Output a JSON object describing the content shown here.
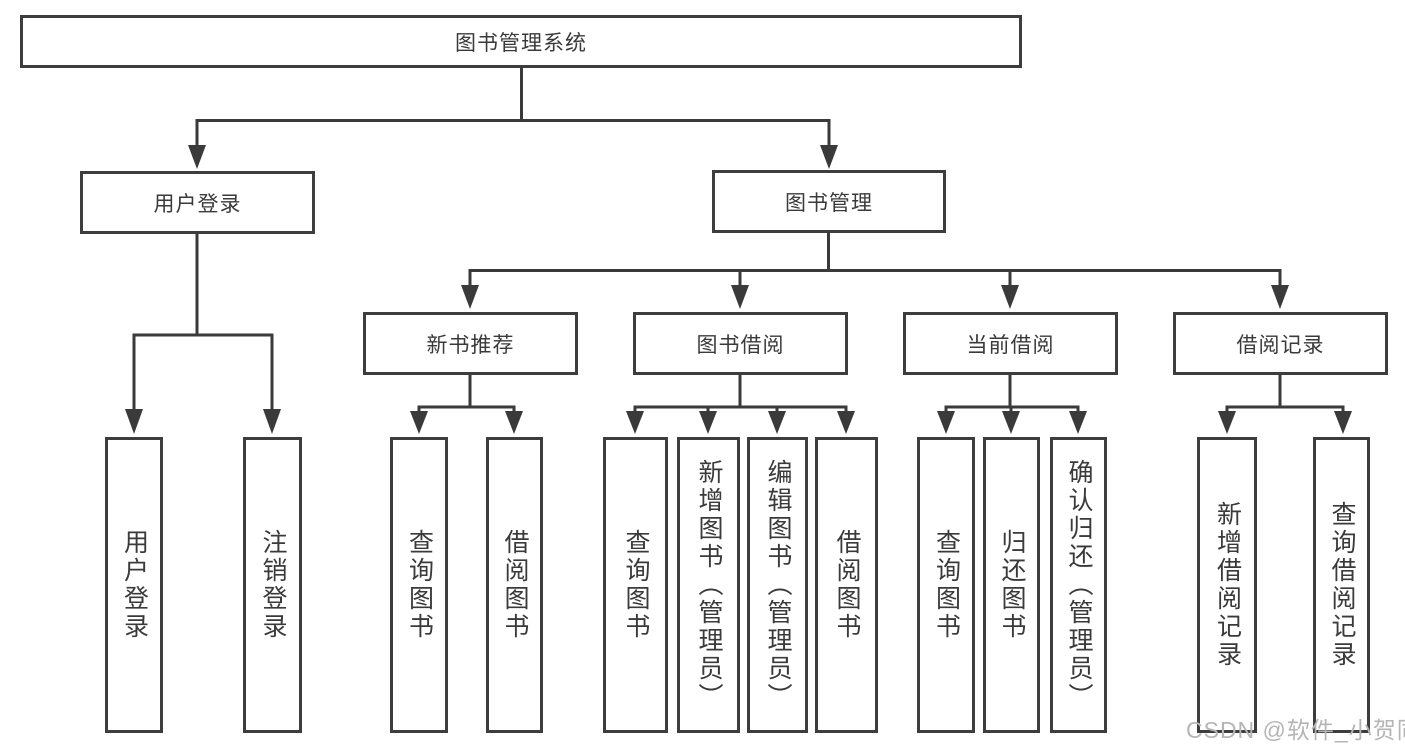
{
  "tree": {
    "label": "图书管理系统",
    "children": [
      {
        "label": "用户登录",
        "children": [
          {
            "label": "用户登录"
          },
          {
            "label": "注销登录"
          }
        ]
      },
      {
        "label": "图书管理",
        "children": [
          {
            "label": "新书推荐",
            "children": [
              {
                "label": "查询图书"
              },
              {
                "label": "借阅图书"
              }
            ]
          },
          {
            "label": "图书借阅",
            "children": [
              {
                "label": "查询图书"
              },
              {
                "label": "新增图书（管理员）"
              },
              {
                "label": "编辑图书（管理员）"
              },
              {
                "label": "借阅图书"
              }
            ]
          },
          {
            "label": "当前借阅",
            "children": [
              {
                "label": "查询图书"
              },
              {
                "label": "归还图书"
              },
              {
                "label": "确认归还（管理员）"
              }
            ]
          },
          {
            "label": "借阅记录",
            "children": [
              {
                "label": "新增借阅记录"
              },
              {
                "label": "查询借阅记录"
              }
            ]
          }
        ]
      }
    ]
  },
  "watermark": {
    "text": "CSDN @软件_小贺同学"
  },
  "colors": {
    "line": "#3a3a3a",
    "box_border": "#3d3d3d",
    "text": "#3a3a3a",
    "watermark": "#b5b5b5",
    "background": "#ffffff"
  }
}
